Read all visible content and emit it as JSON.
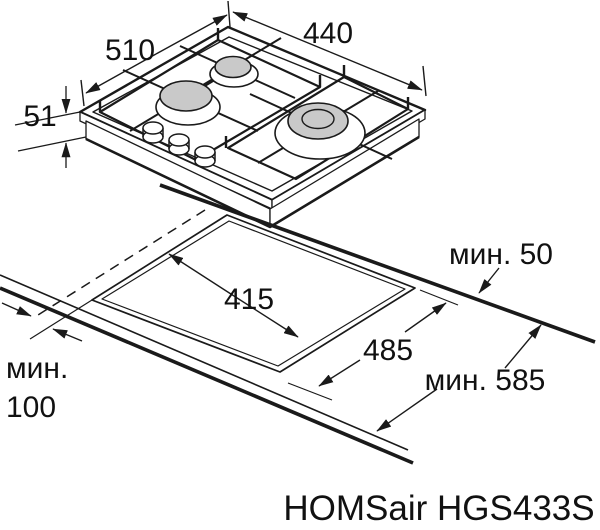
{
  "diagram": {
    "title": "HOMSair HGS433S",
    "colors": {
      "line": "#1a1a1a",
      "burner_fill": "#c9c9c9",
      "background": "#ffffff"
    },
    "hob_view": {
      "width_label": "440",
      "depth_label": "510",
      "height_label": "51",
      "burner_count": 3,
      "knob_count": 3
    },
    "installation_view": {
      "cutout_width_label": "415",
      "cutout_depth_label": "485",
      "min_left_clearance_line1": "мин.",
      "min_left_clearance_line2": "100",
      "min_back_clearance_label": "мин. 50",
      "min_total_depth_label": "мин. 585"
    }
  }
}
